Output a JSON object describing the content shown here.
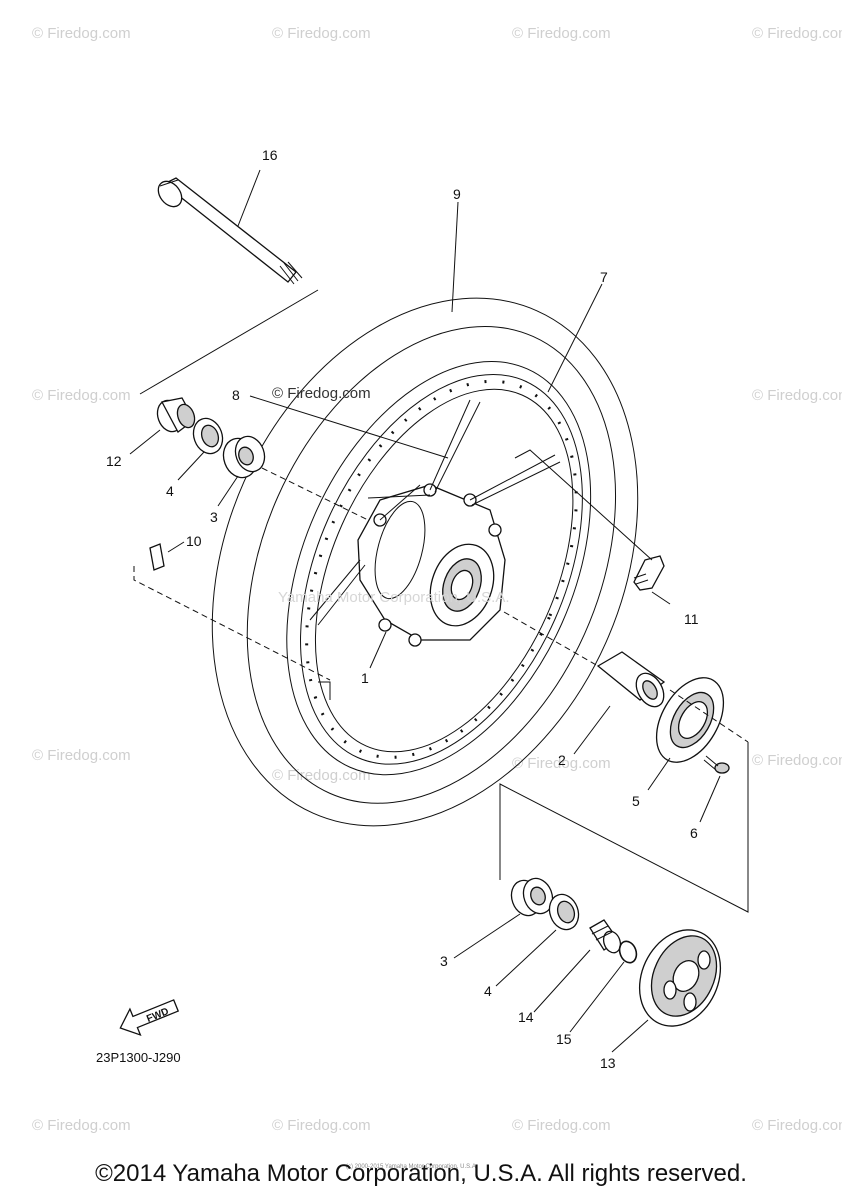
{
  "diagram": {
    "callouts": [
      {
        "id": "c16",
        "label": "16"
      },
      {
        "id": "c9",
        "label": "9"
      },
      {
        "id": "c7",
        "label": "7"
      },
      {
        "id": "c8",
        "label": "8"
      },
      {
        "id": "c12",
        "label": "12"
      },
      {
        "id": "c4a",
        "label": "4"
      },
      {
        "id": "c3a",
        "label": "3"
      },
      {
        "id": "c10",
        "label": "10"
      },
      {
        "id": "c11",
        "label": "11"
      },
      {
        "id": "c1",
        "label": "1"
      },
      {
        "id": "c2",
        "label": "2"
      },
      {
        "id": "c5",
        "label": "5"
      },
      {
        "id": "c6",
        "label": "6"
      },
      {
        "id": "c3b",
        "label": "3"
      },
      {
        "id": "c4b",
        "label": "4"
      },
      {
        "id": "c14",
        "label": "14"
      },
      {
        "id": "c15",
        "label": "15"
      },
      {
        "id": "c13",
        "label": "13"
      }
    ],
    "fwd_label": "FWD",
    "part_code": "23P1300-J290",
    "watermark_text": "© Firedog.com",
    "center_watermark": "Yamaha Motor Corporation, U.S.A.",
    "fine_print": "(c) 2000-2015 Yamaha Motor Corporation, U.S.A.",
    "copyright": "©2014 Yamaha Motor Corporation, U.S.A. All rights reserved."
  }
}
